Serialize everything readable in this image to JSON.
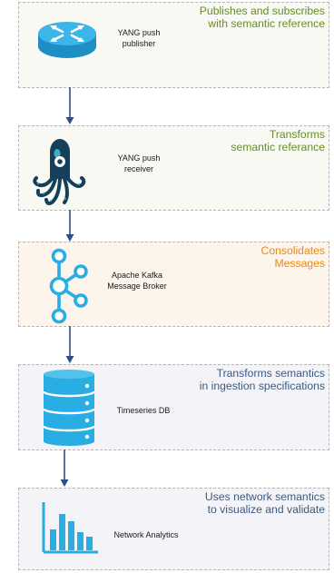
{
  "colors": {
    "publisher_text": "#6a8c2a",
    "receiver_text": "#6a8c2a",
    "kafka_text": "#e88a1a",
    "tsdb_text": "#3a5a80",
    "analytics_text": "#3a5a80",
    "icon_blue": "#29aee4",
    "arrow": "#2c4e8a"
  },
  "stages": [
    {
      "label": "YANG push\npublisher",
      "description": "Publishes and subscribes\nwith semantic reference",
      "icon": "router-icon"
    },
    {
      "label": "YANG push\nreceiver",
      "description": "Transforms\nsemantic referance",
      "icon": "octopus-icon"
    },
    {
      "label": "Apache Kafka\nMessage Broker",
      "description": "Consolidates\nMessages",
      "icon": "kafka-icon"
    },
    {
      "label": "Timeseries DB",
      "description": "Transforms semantics\nin ingestion specifications",
      "icon": "database-icon"
    },
    {
      "label": "Network Analytics",
      "description": "Uses network semantics\nto visualize and validate",
      "icon": "bar-chart-icon"
    }
  ]
}
